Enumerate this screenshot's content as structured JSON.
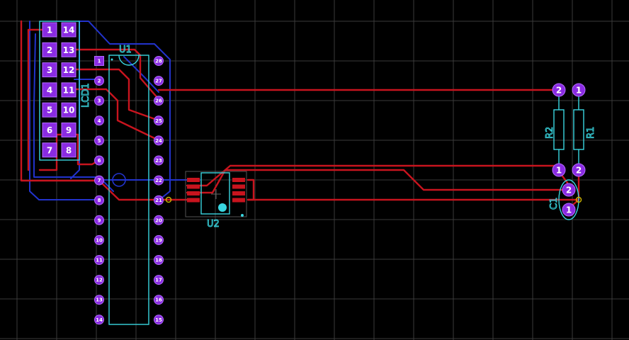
{
  "colors": {
    "background": "#000000",
    "grid": "#3a3a3a",
    "pad": "#8a2be2",
    "pad_ring": "#b36bff",
    "top_trace": "#c8141e",
    "bottom_trace": "#2233cc",
    "silkscreen": "#39d6e0",
    "via": "#c8b400"
  },
  "components": {
    "lcd": {
      "designator": "LCD1",
      "pins_left": [
        "1",
        "2",
        "3",
        "4",
        "5",
        "6",
        "7"
      ],
      "pins_right": [
        "14",
        "13",
        "12",
        "11",
        "10",
        "9",
        "8"
      ]
    },
    "u1": {
      "designator": "U1",
      "pins_left": [
        "1",
        "2",
        "3",
        "4",
        "5",
        "6",
        "7",
        "8",
        "9",
        "10",
        "11",
        "12",
        "13",
        "14"
      ],
      "pins_right": [
        "28",
        "27",
        "26",
        "25",
        "24",
        "23",
        "22",
        "21",
        "20",
        "19",
        "18",
        "17",
        "16",
        "15"
      ]
    },
    "u2": {
      "designator": "U2"
    },
    "r2": {
      "designator": "R2",
      "pin_top": "2",
      "pin_bottom": "1"
    },
    "r1": {
      "designator": "R1",
      "pin_top": "1",
      "pin_bottom": "2"
    },
    "c1": {
      "designator": "C1",
      "pin_top": "2",
      "pin_bottom": "1"
    }
  }
}
